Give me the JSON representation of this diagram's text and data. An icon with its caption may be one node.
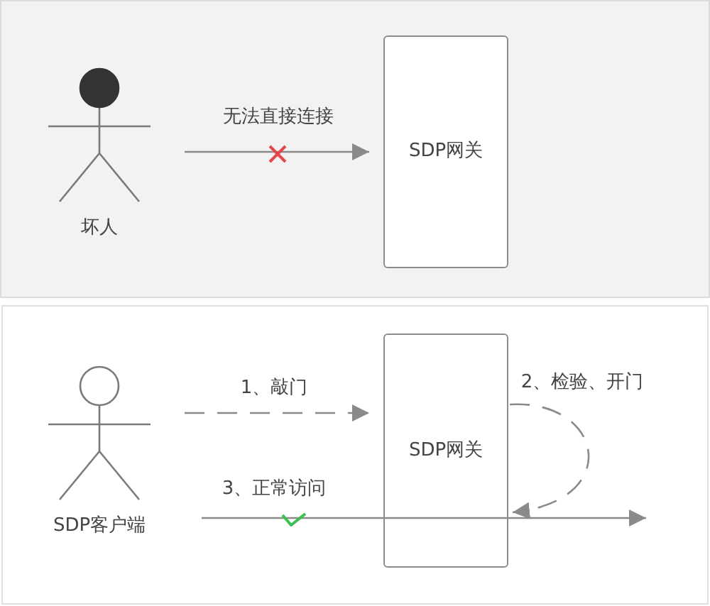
{
  "diagram": {
    "nodes": [
      {
        "text": [],
        "shape": "box"
      },
      {
        "text": [
          "坏人"
        ],
        "in": 0
      },
      {
        "text": [
          "SDP网关"
        ],
        "in": 0
      },
      {
        "text": [],
        "shape": "box"
      },
      {
        "text": [
          "SDP客户端"
        ],
        "in": 3
      },
      {
        "text": [
          "SDP网关"
        ],
        "in": 3
      }
    ],
    "edges": [
      {
        "from": 1,
        "to": 2,
        "arrow": "to",
        "label": "无法直接连接"
      },
      {
        "from": 4,
        "to": 5,
        "arrow": "to",
        "label": "1、敲门",
        "style": "dashed"
      },
      {
        "from": 5,
        "to": 5,
        "arrow": "to",
        "label": "2、检验、开门",
        "style": "dashed"
      },
      {
        "from": 4,
        "to": null,
        "arrow": "to",
        "label": "3、正常访问"
      }
    ]
  }
}
